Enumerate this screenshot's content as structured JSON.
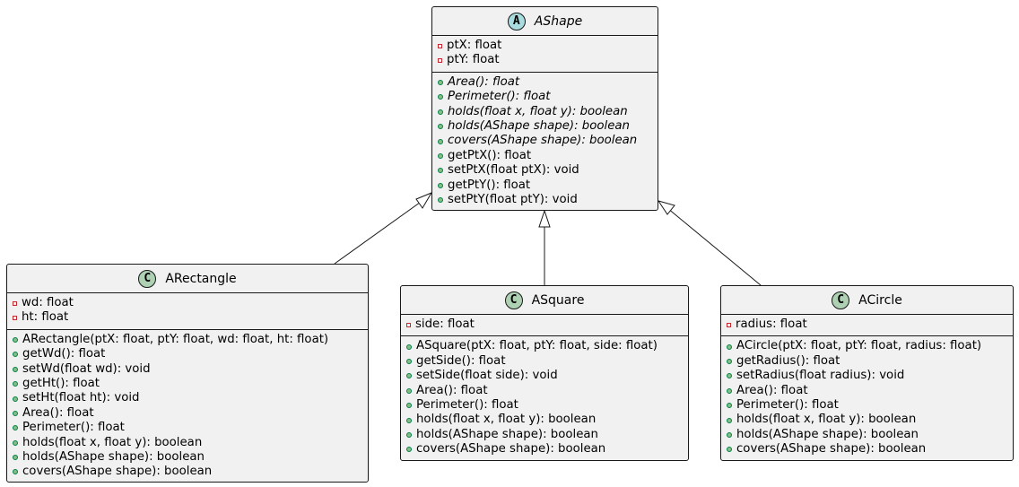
{
  "classes": {
    "ashape": {
      "name": "AShape",
      "badge": "A",
      "attributes": [
        {
          "vis": "private",
          "text": "ptX: float"
        },
        {
          "vis": "private",
          "text": "ptY: float"
        }
      ],
      "methods": [
        {
          "vis": "public",
          "text": "Area(): float",
          "abstract": true
        },
        {
          "vis": "public",
          "text": "Perimeter(): float",
          "abstract": true
        },
        {
          "vis": "public",
          "text": "holds(float x, float y): boolean",
          "abstract": true
        },
        {
          "vis": "public",
          "text": "holds(AShape shape): boolean",
          "abstract": true
        },
        {
          "vis": "public",
          "text": "covers(AShape shape): boolean",
          "abstract": true
        },
        {
          "vis": "public",
          "text": "getPtX(): float"
        },
        {
          "vis": "public",
          "text": "setPtX(float ptX): void"
        },
        {
          "vis": "public",
          "text": "getPtY(): float"
        },
        {
          "vis": "public",
          "text": "setPtY(float ptY): void"
        }
      ]
    },
    "arectangle": {
      "name": "ARectangle",
      "badge": "C",
      "attributes": [
        {
          "vis": "private",
          "text": "wd: float"
        },
        {
          "vis": "private",
          "text": "ht: float"
        }
      ],
      "methods": [
        {
          "vis": "public",
          "text": "ARectangle(ptX: float, ptY: float, wd: float, ht: float)"
        },
        {
          "vis": "public",
          "text": "getWd(): float"
        },
        {
          "vis": "public",
          "text": "setWd(float wd): void"
        },
        {
          "vis": "public",
          "text": "getHt(): float"
        },
        {
          "vis": "public",
          "text": "setHt(float ht): void"
        },
        {
          "vis": "public",
          "text": "Area(): float"
        },
        {
          "vis": "public",
          "text": "Perimeter(): float"
        },
        {
          "vis": "public",
          "text": "holds(float x, float y): boolean"
        },
        {
          "vis": "public",
          "text": "holds(AShape shape): boolean"
        },
        {
          "vis": "public",
          "text": "covers(AShape shape): boolean"
        }
      ]
    },
    "asquare": {
      "name": "ASquare",
      "badge": "C",
      "attributes": [
        {
          "vis": "private",
          "text": "side: float"
        }
      ],
      "methods": [
        {
          "vis": "public",
          "text": "ASquare(ptX: float, ptY: float, side: float)"
        },
        {
          "vis": "public",
          "text": "getSide(): float"
        },
        {
          "vis": "public",
          "text": "setSide(float side): void"
        },
        {
          "vis": "public",
          "text": "Area(): float"
        },
        {
          "vis": "public",
          "text": "Perimeter(): float"
        },
        {
          "vis": "public",
          "text": "holds(float x, float y): boolean"
        },
        {
          "vis": "public",
          "text": "holds(AShape shape): boolean"
        },
        {
          "vis": "public",
          "text": "covers(AShape shape): boolean"
        }
      ]
    },
    "acircle": {
      "name": "ACircle",
      "badge": "C",
      "attributes": [
        {
          "vis": "private",
          "text": "radius: float"
        }
      ],
      "methods": [
        {
          "vis": "public",
          "text": "ACircle(ptX: float, ptY: float, radius: float)"
        },
        {
          "vis": "public",
          "text": "getRadius(): float"
        },
        {
          "vis": "public",
          "text": "setRadius(float radius): void"
        },
        {
          "vis": "public",
          "text": "Area(): float"
        },
        {
          "vis": "public",
          "text": "Perimeter(): float"
        },
        {
          "vis": "public",
          "text": "holds(float x, float y): boolean"
        },
        {
          "vis": "public",
          "text": "holds(AShape shape): boolean"
        },
        {
          "vis": "public",
          "text": "covers(AShape shape): boolean"
        }
      ]
    }
  },
  "relations": [
    {
      "from": "ARectangle",
      "to": "AShape",
      "type": "inheritance"
    },
    {
      "from": "ASquare",
      "to": "AShape",
      "type": "inheritance"
    },
    {
      "from": "ACircle",
      "to": "AShape",
      "type": "inheritance"
    }
  ],
  "colors": {
    "box_fill": "#f1f1f1",
    "border": "#181818",
    "abstract_badge": "#a9dcdf",
    "class_badge": "#add1b2",
    "public_dot": "#84be84",
    "private_square": "#c82930"
  }
}
